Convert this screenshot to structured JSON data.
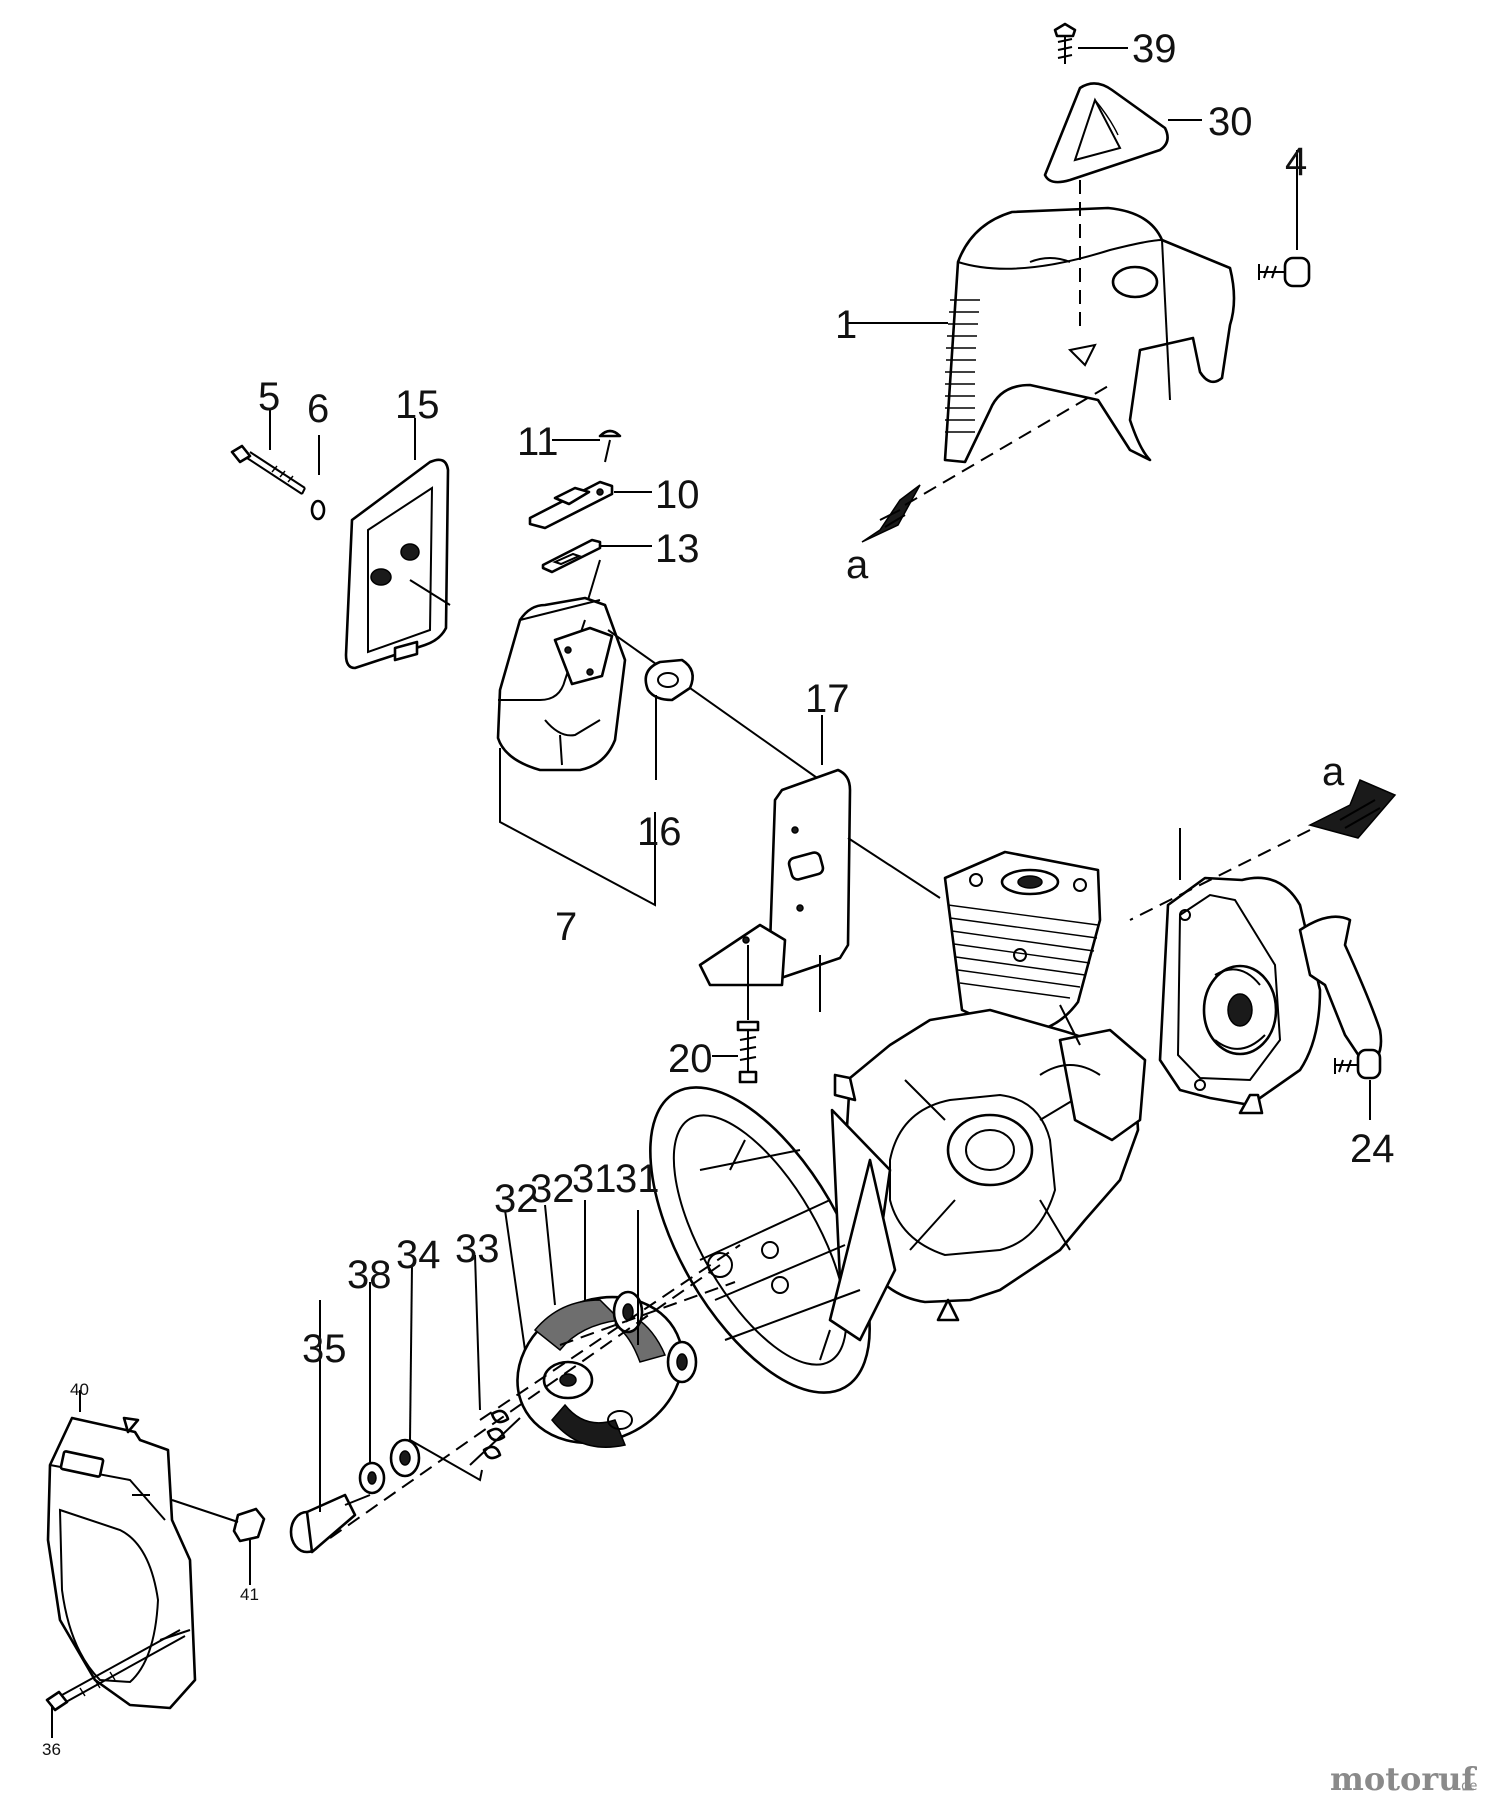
{
  "diagram": {
    "callouts": [
      {
        "id": "39",
        "text": "39"
      },
      {
        "id": "30",
        "text": "30"
      },
      {
        "id": "4",
        "text": "4"
      },
      {
        "id": "1",
        "text": "1"
      },
      {
        "id": "a-top",
        "text": "a"
      },
      {
        "id": "5",
        "text": "5"
      },
      {
        "id": "6",
        "text": "6"
      },
      {
        "id": "15",
        "text": "15"
      },
      {
        "id": "11",
        "text": "11"
      },
      {
        "id": "10",
        "text": "10"
      },
      {
        "id": "13",
        "text": "13"
      },
      {
        "id": "17",
        "text": "17"
      },
      {
        "id": "16",
        "text": "16"
      },
      {
        "id": "7",
        "text": "7"
      },
      {
        "id": "a-right",
        "text": "a"
      },
      {
        "id": "20",
        "text": "20"
      },
      {
        "id": "24",
        "text": "24"
      },
      {
        "id": "31a",
        "text": "31"
      },
      {
        "id": "31b",
        "text": "31"
      },
      {
        "id": "32a",
        "text": "32"
      },
      {
        "id": "32b",
        "text": "32"
      },
      {
        "id": "33",
        "text": "33"
      },
      {
        "id": "34",
        "text": "34"
      },
      {
        "id": "38",
        "text": "38"
      },
      {
        "id": "35",
        "text": "35"
      },
      {
        "id": "40",
        "text": "40"
      },
      {
        "id": "41",
        "text": "41"
      },
      {
        "id": "36",
        "text": "36"
      }
    ]
  },
  "watermark": {
    "brand": "motoruf",
    "suffix": ".de"
  }
}
